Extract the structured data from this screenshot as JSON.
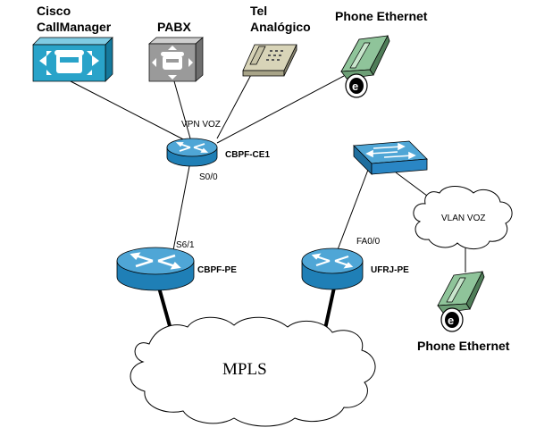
{
  "labels": {
    "callmanager_line1": "Cisco",
    "callmanager_line2": "CallManager",
    "pabx": "PABX",
    "tel_line1": "Tel",
    "tel_line2": "Analógico",
    "phone_ethernet_top": "Phone Ethernet",
    "phone_ethernet_bottom": "Phone Ethernet",
    "vpn_voz": "VPN VOZ",
    "cbpf_ce1": "CBPF-CE1",
    "s0_0": "S0/0",
    "s6_1": "S6/1",
    "cbpf_pe": "CBPF-PE",
    "fa0_0": "FA0/0",
    "ufrj_pe": "UFRJ-PE",
    "vlan_voz": "VLAN VOZ",
    "mpls": "MPLS"
  },
  "colors": {
    "router_blue": "#1f7fb6",
    "router_top": "#4fa6d6",
    "switch_blue": "#2a86c4",
    "callmanager_blue": "#29a3c9",
    "pabx_gray": "#9a9a9a",
    "phone_green": "#8fc49a"
  }
}
